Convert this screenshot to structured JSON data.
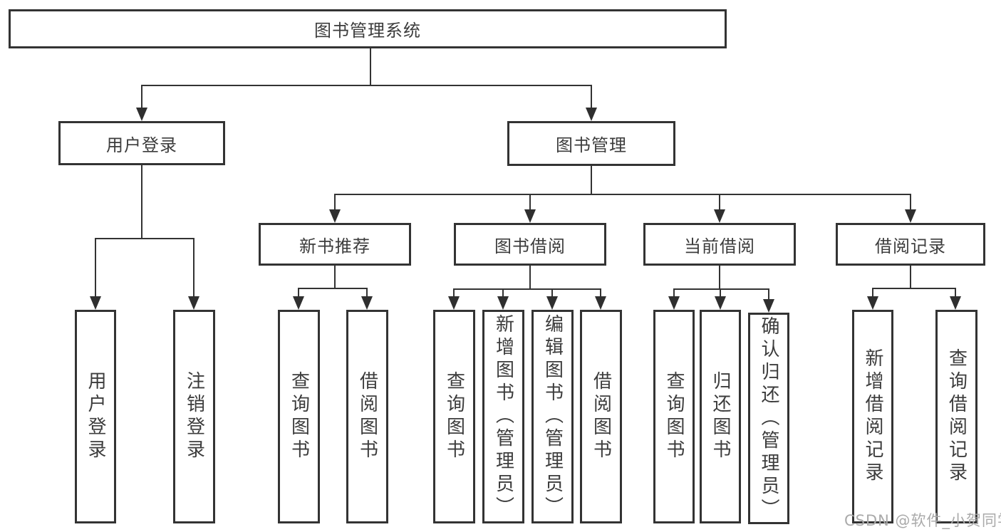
{
  "diagram": {
    "title": "图书管理系统",
    "root": {
      "label": "图书管理系统"
    },
    "level2": [
      {
        "label": "用户登录"
      },
      {
        "label": "图书管理"
      }
    ],
    "level3": [
      {
        "label": "新书推荐"
      },
      {
        "label": "图书借阅"
      },
      {
        "label": "当前借阅"
      },
      {
        "label": "借阅记录"
      }
    ],
    "leaves": {
      "user_login": [
        "用户登录",
        "注销登录"
      ],
      "new_book": [
        "查询图书",
        "借阅图书"
      ],
      "borrow": [
        "查询图书",
        "新增图书（管理员）",
        "编辑图书（管理员）",
        "借阅图书"
      ],
      "current": [
        "查询图书",
        "归还图书",
        "确认归还（管理员）"
      ],
      "records": [
        "新增借阅记录",
        "查询借阅记录"
      ]
    }
  },
  "watermark": {
    "text": "CSDN @软件_小贺同学"
  },
  "colors": {
    "line": "#333333",
    "text": "#3c3c3c",
    "background": "#ffffff",
    "watermark": "#aaaaaa"
  }
}
